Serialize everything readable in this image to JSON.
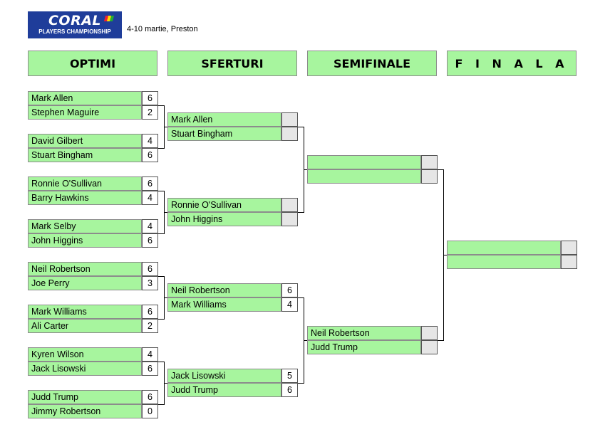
{
  "header": {
    "logo_brand": "CORAL",
    "logo_sub": "PLAYERS CHAMPIONSHIP",
    "subtitle": "4-10 martie, Preston"
  },
  "rounds": {
    "r1": "OPTIMI",
    "r2": "SFERTURI",
    "r3": "SEMIFINALE",
    "r4": "F I N A L A"
  },
  "quarterfinals_round": [
    {
      "p1": "Mark Allen",
      "s1": "6",
      "p2": "Stephen Maguire",
      "s2": "2"
    },
    {
      "p1": "David Gilbert",
      "s1": "4",
      "p2": "Stuart Bingham",
      "s2": "6"
    },
    {
      "p1": "Ronnie O'Sullivan",
      "s1": "6",
      "p2": "Barry Hawkins",
      "s2": "4"
    },
    {
      "p1": "Mark Selby",
      "s1": "4",
      "p2": "John Higgins",
      "s2": "6"
    },
    {
      "p1": "Neil Robertson",
      "s1": "6",
      "p2": "Joe Perry",
      "s2": "3"
    },
    {
      "p1": "Mark Williams",
      "s1": "6",
      "p2": "Ali Carter",
      "s2": "2"
    },
    {
      "p1": "Kyren Wilson",
      "s1": "4",
      "p2": "Jack Lisowski",
      "s2": "6"
    },
    {
      "p1": "Judd Trump",
      "s1": "6",
      "p2": "Jimmy Robertson",
      "s2": "0"
    }
  ],
  "sferturi": [
    {
      "p1": "Mark Allen",
      "s1": "",
      "p2": "Stuart Bingham",
      "s2": ""
    },
    {
      "p1": "Ronnie O'Sullivan",
      "s1": "",
      "p2": "John Higgins",
      "s2": ""
    },
    {
      "p1": "Neil Robertson",
      "s1": "6",
      "p2": "Mark Williams",
      "s2": "4"
    },
    {
      "p1": "Jack Lisowski",
      "s1": "5",
      "p2": "Judd Trump",
      "s2": "6"
    }
  ],
  "semifinale": [
    {
      "p1": "",
      "s1": "",
      "p2": "",
      "s2": ""
    },
    {
      "p1": "Neil Robertson",
      "s1": "",
      "p2": "Judd Trump",
      "s2": ""
    }
  ],
  "finala": {
    "p1": "",
    "s1": "",
    "p2": "",
    "s2": ""
  }
}
